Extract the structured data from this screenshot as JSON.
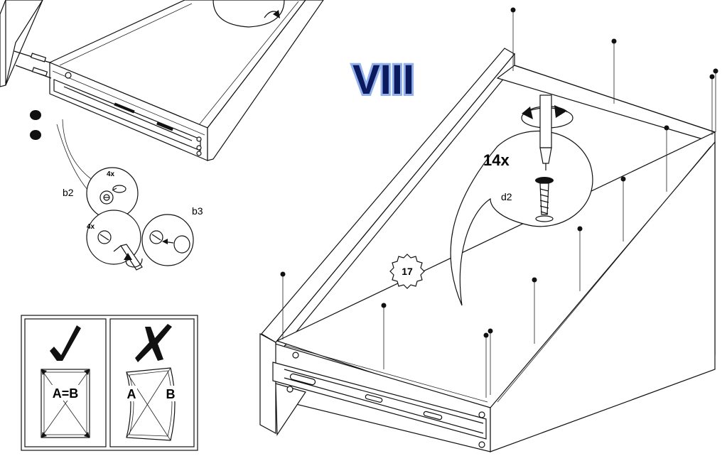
{
  "step": {
    "roman": "VIII",
    "roman_color": "#0b1a5e",
    "roman_glow": "#3b73d9"
  },
  "callouts": {
    "b2_label": "b2",
    "b2_qty": "4x",
    "b3_label": "b3",
    "b3_qty": "4x",
    "d2_label": "d2",
    "d2_qty": "14x",
    "part_number": "17"
  },
  "check_panel": {
    "correct_symbol": "✓",
    "correct_label": "A=B",
    "wrong_symbol": "✗",
    "wrong_label_a": "A",
    "wrong_label_b": "B"
  },
  "icons": [
    "screwdriver-icon",
    "rotation-arrow-icon",
    "screw-icon",
    "cam-lock-icon",
    "check-icon",
    "cross-icon"
  ]
}
